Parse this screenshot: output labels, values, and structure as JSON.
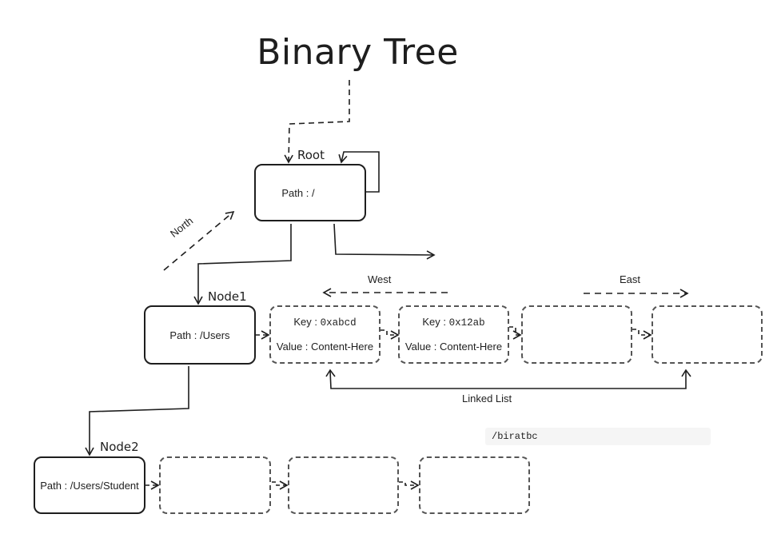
{
  "title": "Binary Tree",
  "nodes": {
    "root": {
      "label": "Root",
      "path": "Path : /"
    },
    "node1": {
      "label": "Node1",
      "path": "Path : /Users"
    },
    "node2": {
      "label": "Node2",
      "path": "Path : /Users/Student"
    }
  },
  "list_items": [
    {
      "key_label": "Key : ",
      "key": "0xabcd",
      "value": "Value : Content-Here"
    },
    {
      "key_label": "Key : ",
      "key": "0x12ab",
      "value": "Value : Content-Here"
    }
  ],
  "directions": {
    "north": "North",
    "west": "West",
    "east": "East"
  },
  "linked_list_label": "Linked List",
  "code_chip": "/biratbc"
}
